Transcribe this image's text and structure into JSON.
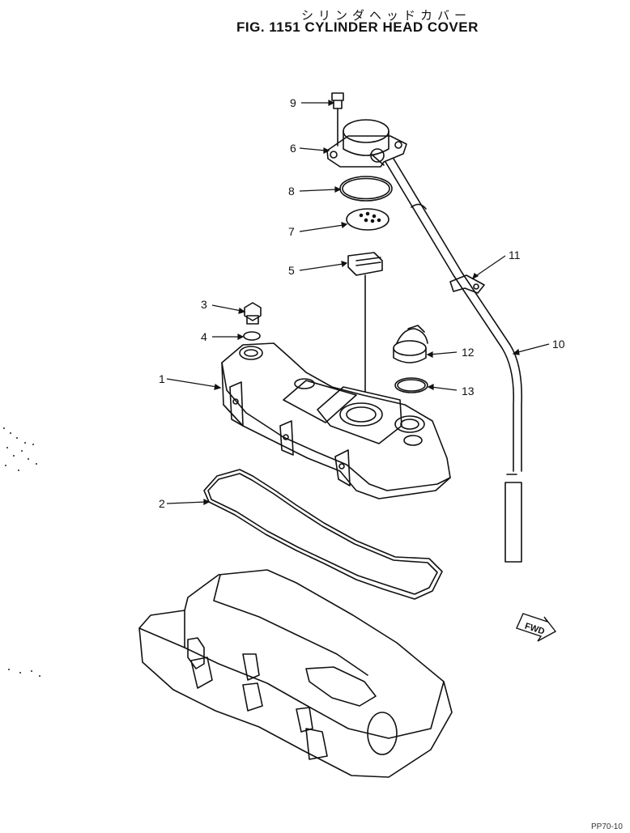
{
  "title": {
    "japanese": "シリンダヘッドカバー",
    "english": "FIG. 1151 CYLINDER HEAD COVER"
  },
  "callouts": [
    "1",
    "2",
    "3",
    "4",
    "5",
    "6",
    "7",
    "8",
    "9",
    "10",
    "11",
    "12",
    "13"
  ],
  "fwd_label": "FWD",
  "corner_code": "PP70-10"
}
